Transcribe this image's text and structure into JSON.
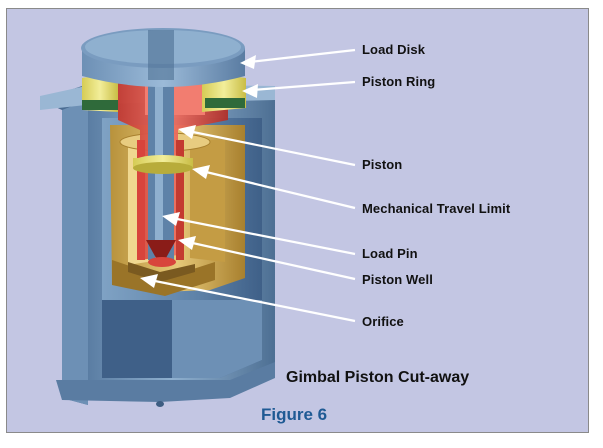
{
  "labels": {
    "load_disk": "Load Disk",
    "piston_ring": "Piston Ring",
    "piston": "Piston",
    "mechanical_travel_limit": "Mechanical Travel Limit",
    "load_pin": "Load Pin",
    "piston_well": "Piston Well",
    "orifice": "Orifice"
  },
  "caption": "Gimbal Piston Cut-away",
  "figure_number": "Figure 6",
  "colors": {
    "background": "#c3c6e3",
    "housing_blue": "#6f8fb0",
    "gold": "#d8b860",
    "piston_red": "#d8443c",
    "piston_ring_yellow": "#e8e07a",
    "caption_blue": "#1f5a94"
  }
}
